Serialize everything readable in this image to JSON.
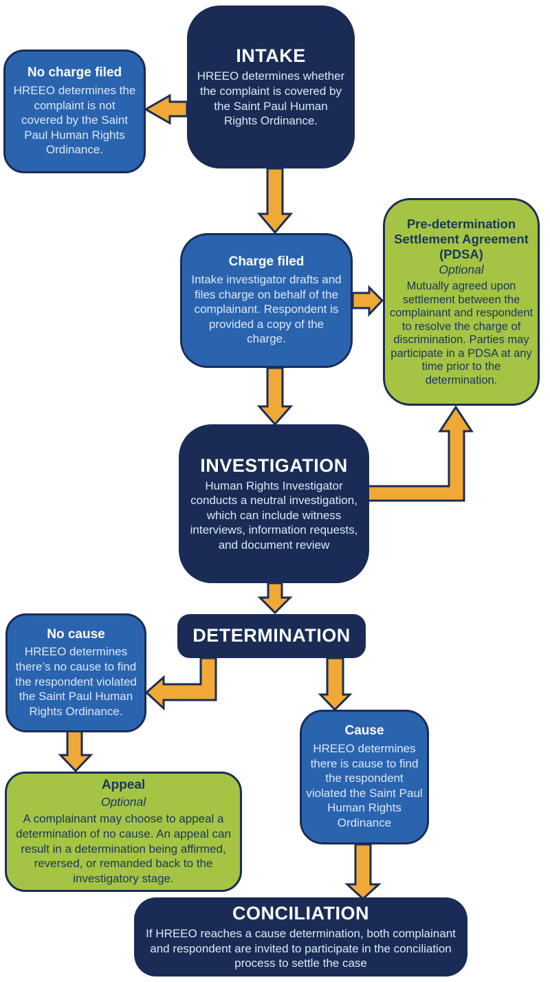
{
  "colors": {
    "navy": "#1a2c55",
    "blue": "#2a64af",
    "green": "#a6c443",
    "orange": "#f0a936",
    "light_text": "#dce8f8",
    "dark_text": "#16375c"
  },
  "nodes": {
    "intake": {
      "title": "INTAKE",
      "body": "HREEO determines whether the complaint is covered by the Saint Paul Human Rights Ordinance."
    },
    "no_charge": {
      "title": "No charge filed",
      "body": "HREEO determines the complaint is not covered by the Saint Paul Human Rights Ordinance."
    },
    "charge_filed": {
      "title": "Charge filed",
      "body": "Intake investigator drafts and files charge on behalf of the complainant. Respondent is provided a copy of the charge."
    },
    "pdsa": {
      "title": "Pre-determination Settlement Agreement (PDSA)",
      "subtitle": "Optional",
      "body": "Mutually agreed upon settlement between the complainant and respondent to resolve the charge of discrimination. Parties may participate in a PDSA at any time prior to the determination."
    },
    "investigation": {
      "title": "INVESTIGATION",
      "body": "Human Rights Investigator conducts a neutral investigation, which can include witness interviews, information requests, and document review"
    },
    "determination": {
      "title": "DETERMINATION"
    },
    "no_cause": {
      "title": "No cause",
      "body": "HREEO determines there’s no cause to find the respondent violated the Saint Paul Human Rights Ordinance."
    },
    "cause": {
      "title": "Cause",
      "body": "HREEO determines there is cause to find the respondent violated the Saint Paul Human Rights Ordinance"
    },
    "appeal": {
      "title": "Appeal",
      "subtitle": "Optional",
      "body": "A complainant may choose to appeal a determination of no cause. An appeal can result in a determination being affirmed, reversed, or remanded back to the investigatory stage."
    },
    "conciliation": {
      "title": "CONCILIATION",
      "body": "If HREEO reaches a cause determination, both complainant and respondent are invited to participate in the conciliation process to settle the case"
    }
  }
}
